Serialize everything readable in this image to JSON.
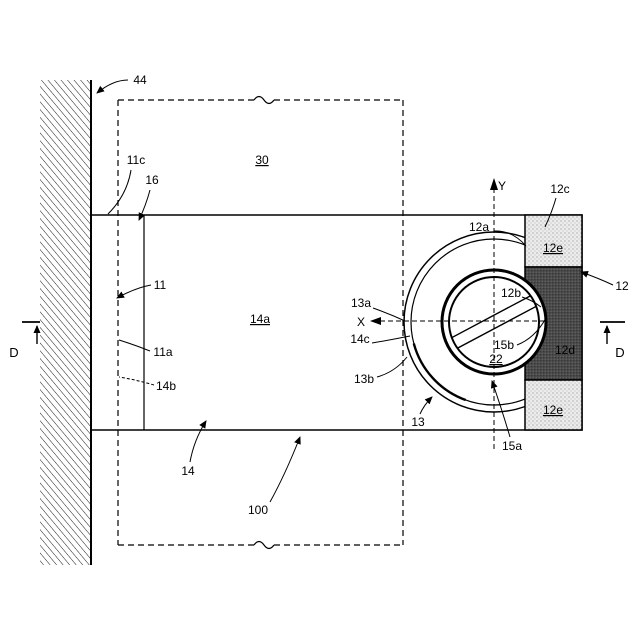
{
  "figure": {
    "wall": "44",
    "space": "30",
    "part_11c": "11c",
    "part_16": "16",
    "part_11": "11",
    "part_11a": "11a",
    "part_14b": "14b",
    "part_14a": "14a",
    "part_14": "14",
    "part_100": "100",
    "part_12c": "12c",
    "part_12a": "12a",
    "part_12e_top": "12e",
    "part_12": "12",
    "part_12b": "12b",
    "part_13a": "13a",
    "axis_x": "X",
    "axis_y": "Y",
    "part_14c": "14c",
    "part_13b": "13b",
    "part_15b": "15b",
    "part_22": "22",
    "part_12d": "12d",
    "part_12e_bottom": "12e",
    "part_13": "13",
    "part_15a": "15a",
    "section_left": "D",
    "section_right": "D"
  },
  "colors": {
    "line": "#000000",
    "background": "#ffffff",
    "light_fill": "#e6e6e6",
    "dark_fill": "#4a4a4a"
  }
}
